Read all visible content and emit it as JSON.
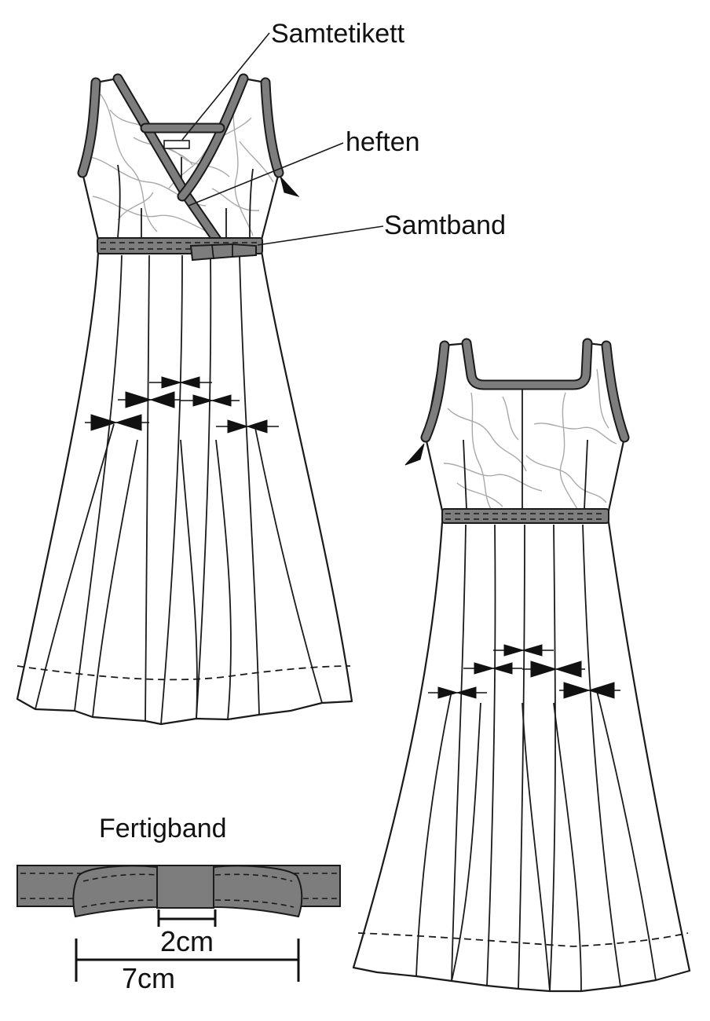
{
  "labels": {
    "samtetikett": "Samtetikett",
    "heften": "heften",
    "samtband": "Samtband",
    "fertigband": "Fertigband",
    "measure_small": "2cm",
    "measure_large": "7cm"
  },
  "colors": {
    "velvet_trim": "#7d7d7d",
    "outline": "#1a1a1a",
    "lace_pattern": "#a9a9a9",
    "fabric": "#ffffff"
  }
}
